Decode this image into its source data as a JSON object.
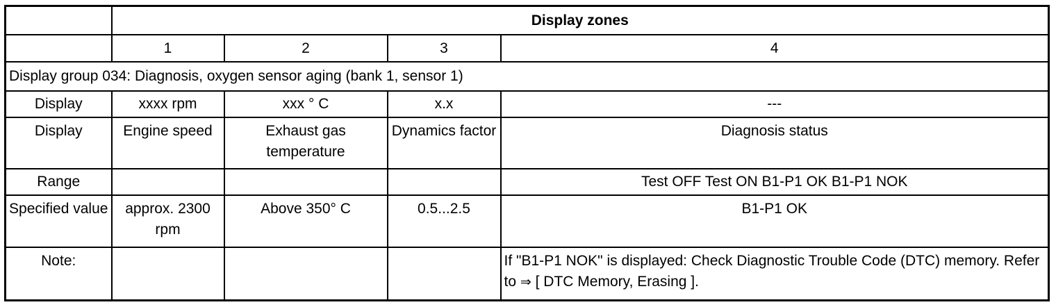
{
  "header": {
    "zones_label": "Display zones"
  },
  "zone_numbers": [
    "1",
    "2",
    "3",
    "4"
  ],
  "group_title": "Display group 034: Diagnosis, oxygen sensor aging (bank 1, sensor 1)",
  "rows": [
    {
      "label": "Display",
      "cells": [
        "xxxx rpm",
        "xxx ° C",
        "x.x",
        "---"
      ]
    },
    {
      "label": "Display",
      "cells": [
        "Engine speed",
        "Exhaust gas temperature",
        "Dynamics factor",
        "Diagnosis status"
      ]
    },
    {
      "label": "Range",
      "cells": [
        "",
        "",
        "",
        "Test OFF Test ON B1-P1 OK B1-P1 NOK"
      ]
    },
    {
      "label": "Specified value",
      "cells": [
        "approx. 2300 rpm",
        "Above 350° C",
        "0.5...2.5",
        "B1-P1 OK"
      ]
    }
  ],
  "note": {
    "label": "Note:",
    "text_before": "If \"B1-P1 NOK\" is displayed: Check Diagnostic Trouble Code (DTC) memory. Refer to ",
    "arrow": "⇒",
    "link_text": "[ DTC Memory, Erasing ]",
    "text_after": "."
  }
}
